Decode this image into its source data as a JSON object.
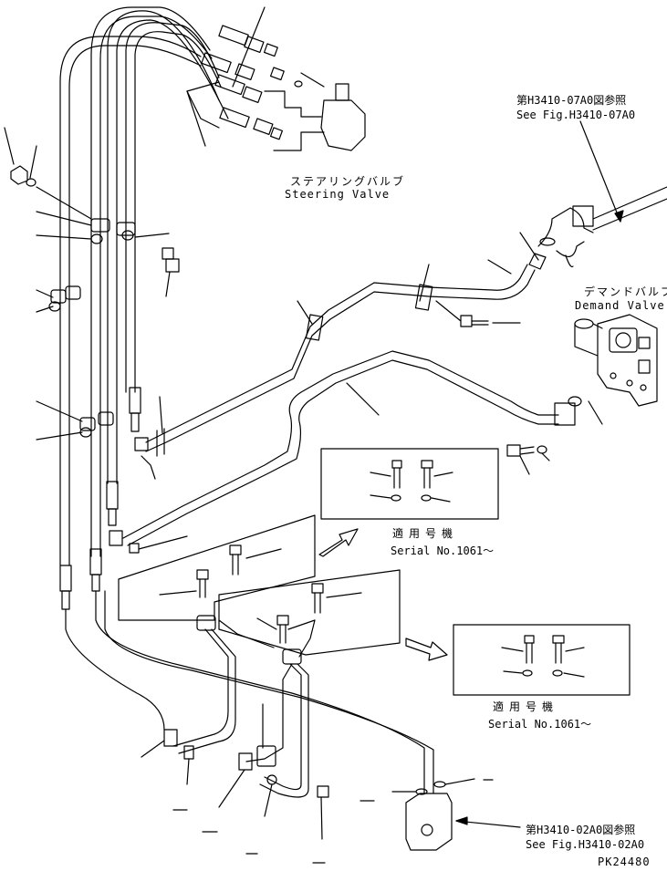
{
  "labels": {
    "steering_valve_jp": "ステアリングバルブ",
    "steering_valve_en": "Steering Valve",
    "ref_top_jp": "第H3410-07A0図参照",
    "ref_top_en": "See Fig.H3410-07A0",
    "demand_valve_jp": "デマンドバルブ",
    "demand_valve_en": "Demand Valve",
    "serial_jp_1": "適用号機",
    "serial_en_1": "Serial No.1061～",
    "serial_jp_2": "適用号機",
    "serial_en_2": "Serial No.1061～",
    "ref_bottom_jp": "第H3410-02A0図参照",
    "ref_bottom_en": "See Fig.H3410-02A0",
    "drawing_code": "PK24480"
  }
}
